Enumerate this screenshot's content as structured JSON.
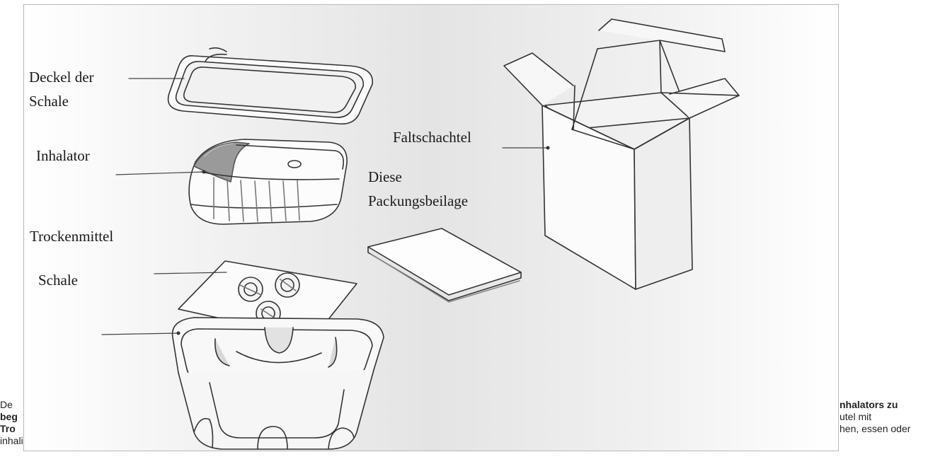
{
  "figure": {
    "labels": {
      "lid": [
        "Deckel der",
        "Schale"
      ],
      "inhaler": "Inhalator",
      "carton": "Faltschachtel",
      "leaflet": [
        "Diese",
        "Packungsbeilage"
      ],
      "desiccant": "Trockenmittel",
      "tray": "Schale"
    }
  },
  "paragraph": {
    "line1_left": "De",
    "line1_right": "nhalators zu",
    "line2_left": "beg",
    "line2_right": "utel mit",
    "line3_left": "Tro",
    "line3_right": "hen, essen oder",
    "line4": "inhalieren."
  }
}
